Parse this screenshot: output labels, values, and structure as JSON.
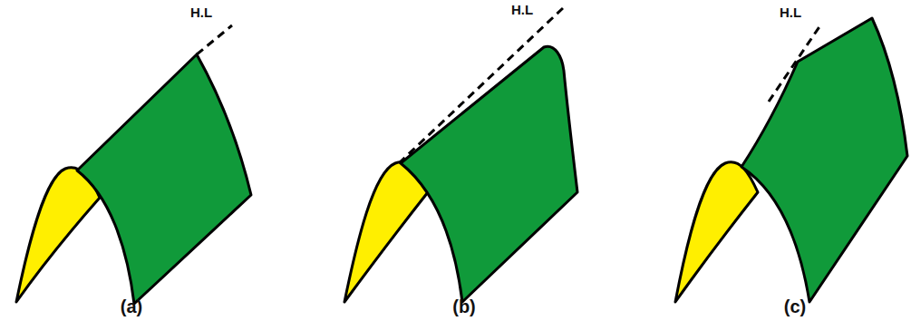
{
  "diagram": {
    "labels": [
      "H.L",
      "H.L",
      "H.L",
      "(a)",
      "(b)",
      "(c)"
    ]
  }
}
